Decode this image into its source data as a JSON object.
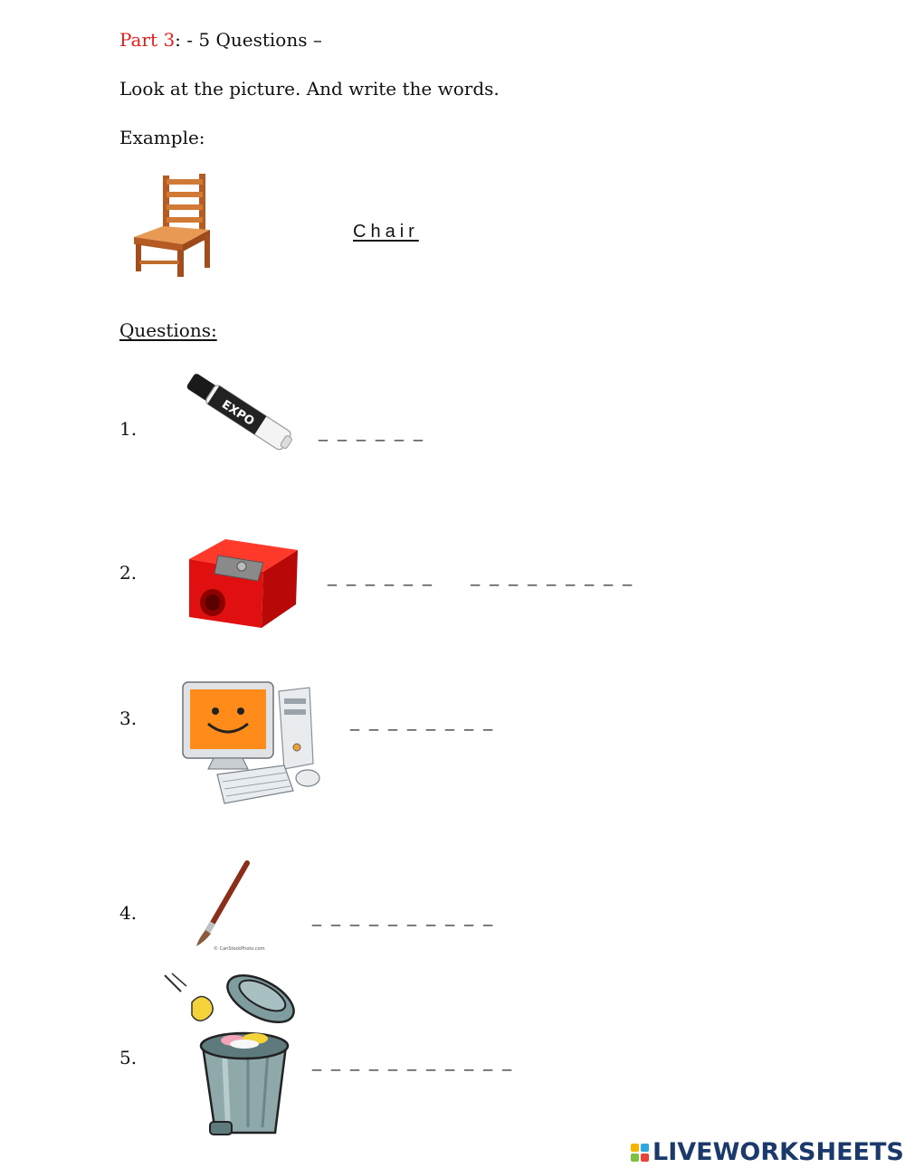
{
  "header": {
    "part_label": "Part 3",
    "part_rest": ": - 5 Questions –",
    "instruction": "Look at the picture. And write the words.",
    "example_label": "Example:"
  },
  "example": {
    "icon": "chair-icon",
    "word": "Chair"
  },
  "questions_heading": "Questions:",
  "questions": [
    {
      "number": "1.",
      "icon": "marker-icon",
      "blanks": "_ _ _ _ _ _"
    },
    {
      "number": "2.",
      "icon": "pencil-sharpener-icon",
      "blanks": "_ _ _ _ _ _     _ _ _ _ _ _ _ _ _"
    },
    {
      "number": "3.",
      "icon": "computer-icon",
      "blanks": "_ _ _ _ _ _ _ _"
    },
    {
      "number": "4.",
      "icon": "paintbrush-icon",
      "blanks": "_ _ _ _ _ _ _ _ _ _",
      "image_credit": "© CanStockPhoto.com"
    },
    {
      "number": "5.",
      "icon": "trash-can-icon",
      "blanks": "_ _ _ _ _ _ _ _ _ _ _"
    }
  ],
  "footer": {
    "brand": "LIVEWORKSHEETS",
    "logo_colors": [
      "#f5b400",
      "#2ea8e0",
      "#7cc242",
      "#e8423b"
    ]
  }
}
